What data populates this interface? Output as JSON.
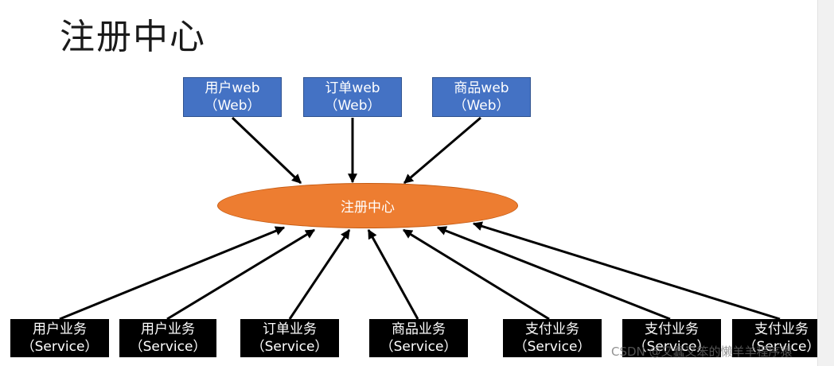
{
  "title": "注册中心",
  "center": {
    "label": "注册中心"
  },
  "webs": [
    {
      "name": "用户web",
      "type": "（Web）"
    },
    {
      "name": "订单web",
      "type": "（Web）"
    },
    {
      "name": "商品web",
      "type": "（Web）"
    }
  ],
  "services": [
    {
      "name": "用户业务",
      "type": "（Service）"
    },
    {
      "name": "用户业务",
      "type": "（Service）"
    },
    {
      "name": "订单业务",
      "type": "（Service）"
    },
    {
      "name": "商品业务",
      "type": "（Service）"
    },
    {
      "name": "支付业务",
      "type": "（Service）"
    },
    {
      "name": "支付业务",
      "type": "（Service）"
    },
    {
      "name": "支付业务",
      "type": "（Service）"
    }
  ],
  "watermark": "CSDN @又蠢又笨的懒羊羊程序猿",
  "colors": {
    "web": "#4472c4",
    "center": "#ed7d31",
    "service": "#000000",
    "arrow": "#000000"
  }
}
